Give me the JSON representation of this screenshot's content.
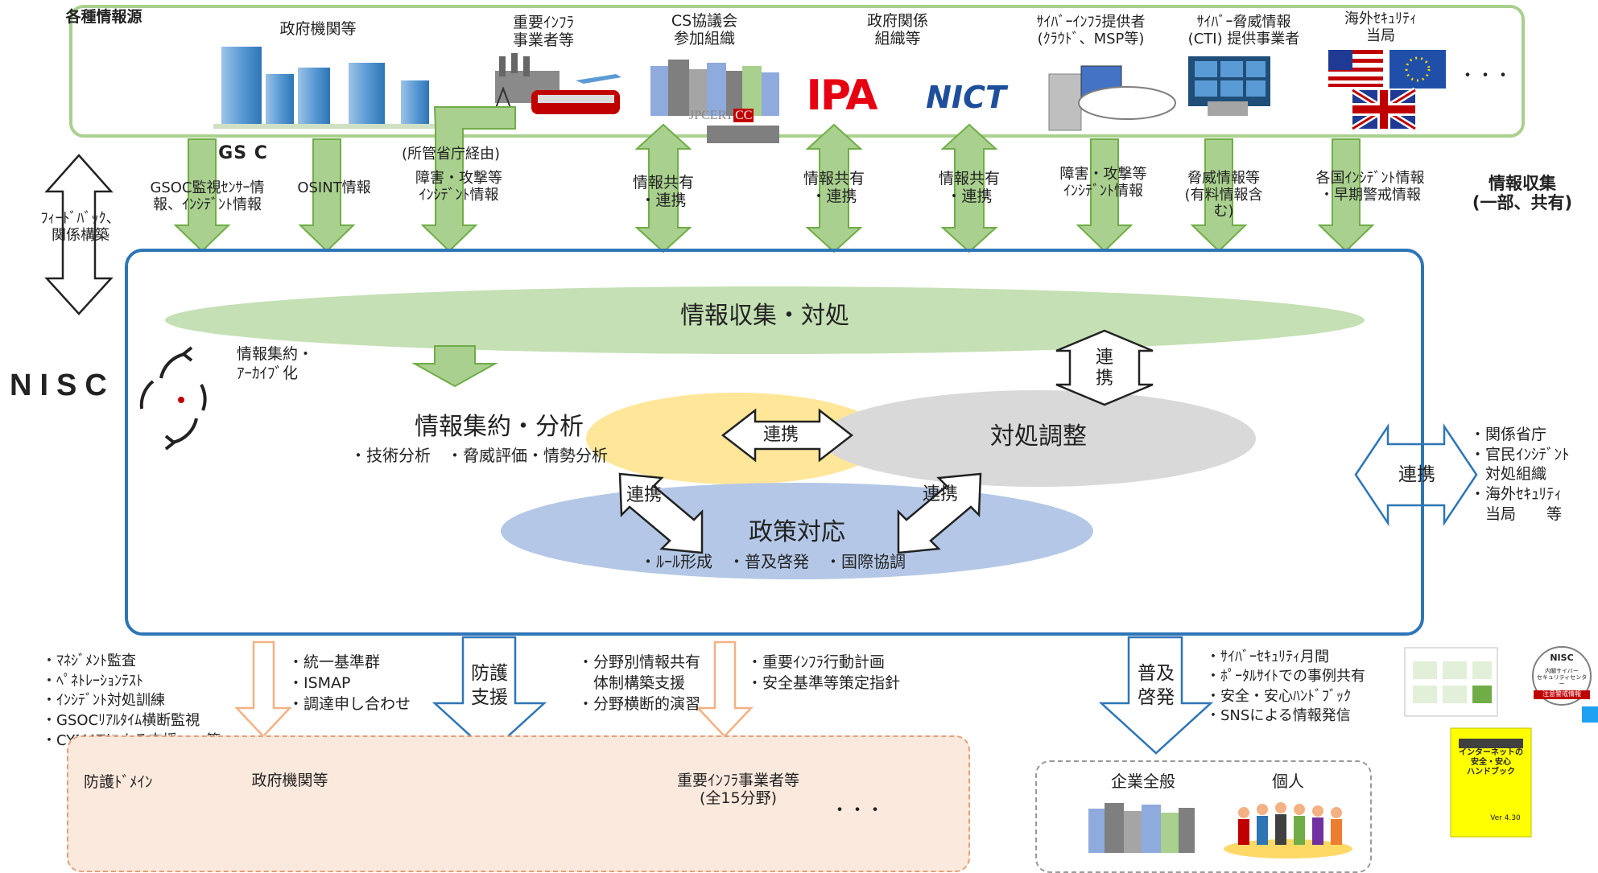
{
  "header": {
    "title": "各種情報源"
  },
  "sources": [
    {
      "name": "政府機関等"
    },
    {
      "name": "重要ｲﾝﾌﾗ\n事業者等"
    },
    {
      "name": "CS協議会\n参加組織",
      "logo_text": "JPCERT",
      "logo_cc": "CC"
    },
    {
      "name": "IPA"
    },
    {
      "name": "政府関係\n組織等",
      "logo_text": "NICT"
    },
    {
      "name": "ｻｲﾊﾞｰｲﾝﾌﾗ提供者\n(ｸﾗｳﾄﾞ、MSP等)"
    },
    {
      "name": "ｻｲﾊﾞｰ脅威情報\n(CTI) 提供事業者"
    },
    {
      "name": "海外ｾｷｭﾘﾃｨ\n当局",
      "ellipsis": "・・・"
    }
  ],
  "gsoc_logo": "GS  C",
  "flows": [
    "GSOC監視ｾﾝｻｰ情\n報、ｲﾝｼﾃﾞﾝﾄ情報",
    "OSINT情報",
    "(所管省庁経由)",
    "障害・攻撃等\nｲﾝｼﾃﾞﾝﾄ情報",
    "情報共有\n・連携",
    "情報共有\n・連携",
    "情報共有\n・連携",
    "障害・攻撃等\nｲﾝｼﾃﾞﾝﾄ情報",
    "脅威情報等\n(有料情報含\nむ)",
    "各国ｲﾝｼﾃﾞﾝﾄ情報\n・早期警戒情報"
  ],
  "feedback": "ﾌｨｰﾄﾞﾊﾞｯｸ、\n関係構築",
  "collection_label": "情報収集\n(一部、共有)",
  "nisc": {
    "logo": "NISC",
    "archive_label": "情報集約・\nｱｰｶｲﾌﾞ化",
    "top_band": "情報収集・対処",
    "analysis": {
      "title": "情報集約・分析",
      "sub": "・技術分析　・脅威評価・情勢分析"
    },
    "response": {
      "title": "対処調整"
    },
    "policy": {
      "title": "政策対応",
      "sub": "・ﾙｰﾙ形成　・普及啓発　・国際協調"
    },
    "link_label": "連携",
    "link_vertical": "連\n携"
  },
  "external": {
    "link_label": "連携",
    "items": "・関係省庁\n・官民ｲﾝｼﾃﾞﾝﾄ\n　対処組織\n・海外ｾｷｭﾘﾃｨ\n　当局　　等"
  },
  "bottom": {
    "left_list": "・ﾏﾈｼﾞﾒﾝﾄ監査\n・ﾍﾟﾈﾄﾚｰｼｮﾝﾃｽﾄ\n・ｲﾝｼﾃﾞﾝﾄ対処訓練\n・GSOCﾘｱﾙﾀｲﾑ横断監視\n・CYMATによる支援　　等",
    "gov_list": "・統一基準群\n・ISMAP\n・調達申し合わせ",
    "protect_label": "防護\n支援",
    "sector_list": "・分野別情報共有\n　体制構築支援\n・分野横断的演習",
    "infra_list": "・重要ｲﾝﾌﾗ行動計画\n・安全基準等策定指針",
    "spread_label": "普及\n啓発",
    "public_list": "・ｻｲﾊﾞｰｾｷｭﾘﾃｨ月間\n・ﾎﾟｰﾀﾙｻｲﾄでの事例共有\n・安全・安心ﾊﾝﾄﾞﾌﾞｯｸ\n・SNSによる情報発信"
  },
  "domain": {
    "title": "防護ﾄﾞﾒｲﾝ",
    "gov": "政府機関等",
    "infra": "重要ｲﾝﾌﾗ事業者等\n(全15分野)",
    "ellipsis": "・・・"
  },
  "public": {
    "company": "企業全般",
    "individual": "個人"
  },
  "badges": {
    "nisc_badge": "NISC",
    "nisc_badge_sub": "内閣サイバー\nセキュリティセンター",
    "nisc_badge_alert": "注意警戒情報",
    "handbook_title": "インターネットの\n安全・安心\nハンドブック",
    "handbook_ver": "Ver 4.30"
  },
  "colors": {
    "green_border": "#a9d08e",
    "green_arrow": "#a9d08e",
    "nisc_blue": "#2e75b6",
    "analysis_yellow": "#ffe699",
    "response_gray": "#d9d9d9",
    "policy_blue": "#b4c7e7",
    "band_green": "#c5e0b4",
    "orange_arrow": "#f8cbad",
    "domain_bg": "#fce9dd"
  }
}
